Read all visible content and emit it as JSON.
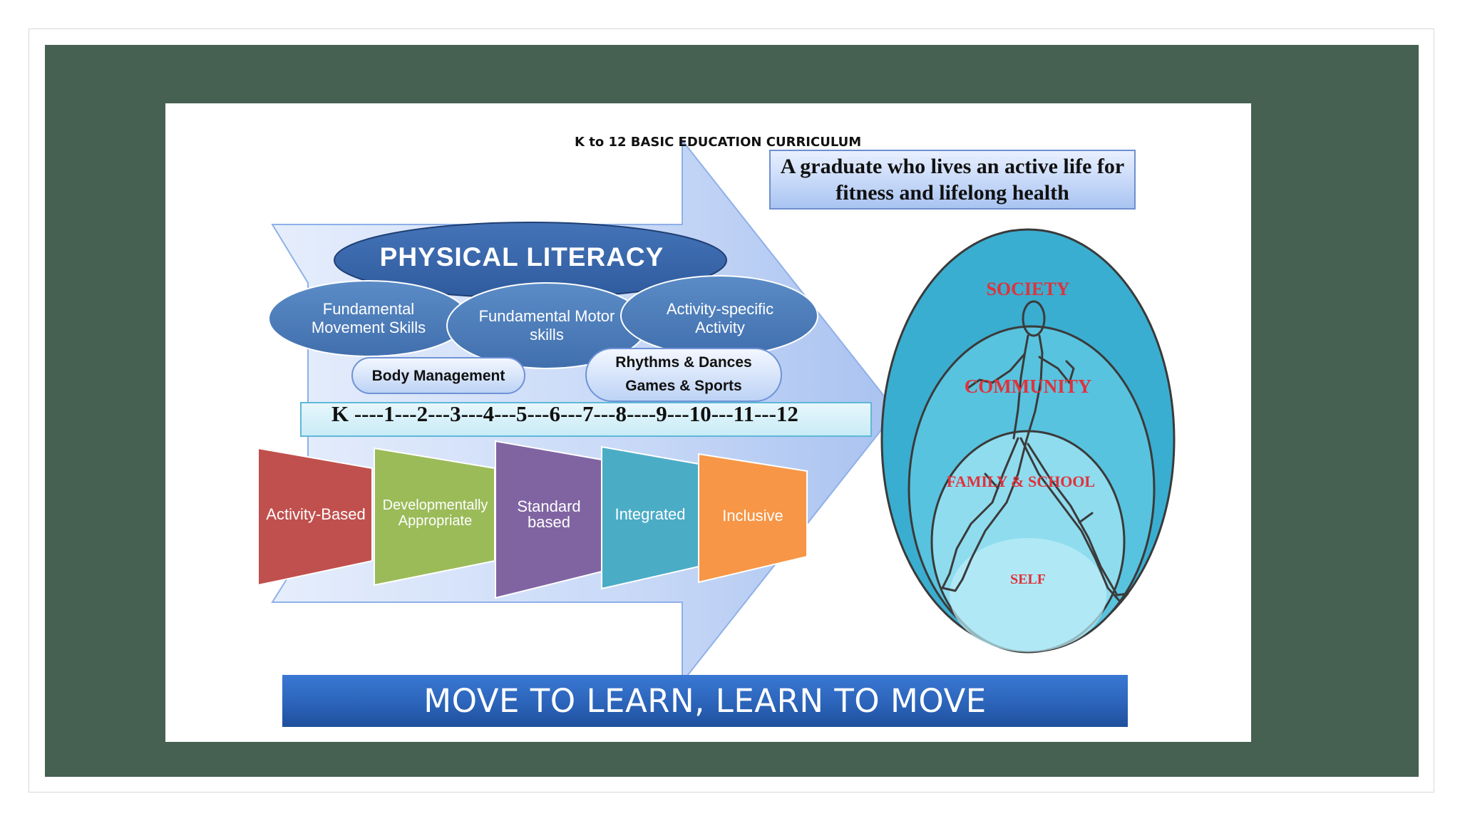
{
  "curriculum_title": "K to 12 BASIC EDUCATION CURRICULUM",
  "graduate_statement": "A graduate who lives an active life for fitness and lifelong health",
  "physical_literacy": "PHYSICAL LITERACY",
  "ovals": [
    "Fundamental Movement Skills",
    "Fundamental Motor skills",
    "Activity-specific Activity"
  ],
  "pills": {
    "body_management": "Body Management",
    "rhythms_dances": "Rhythms & Dances",
    "games_sports": "Games & Sports"
  },
  "grade_levels": "K ----1---2---3---4---5---6---7---8----9---10---11---12",
  "approaches": [
    {
      "label": "Activity-Based",
      "color": "#c0504d"
    },
    {
      "label": "Developmentally Appropriate",
      "color": "#9bbb59"
    },
    {
      "label": "Standard based",
      "color": "#8064a2"
    },
    {
      "label": "Integrated",
      "color": "#4bacc6"
    },
    {
      "label": "Inclusive",
      "color": "#f79646"
    }
  ],
  "spheres": {
    "society": "SOCIETY",
    "community": "COMMUNITY",
    "family_school": "FAMILY & SCHOOL",
    "self": "SELF"
  },
  "banner": "MOVE TO LEARN, LEARN TO MOVE",
  "colors": {
    "slide_background": "#466052",
    "oval_blue": "#4f81bd",
    "arrow_blue": "#bcd0f4",
    "banner_blue": "#2a62b7",
    "label_red": "#e0323c"
  }
}
